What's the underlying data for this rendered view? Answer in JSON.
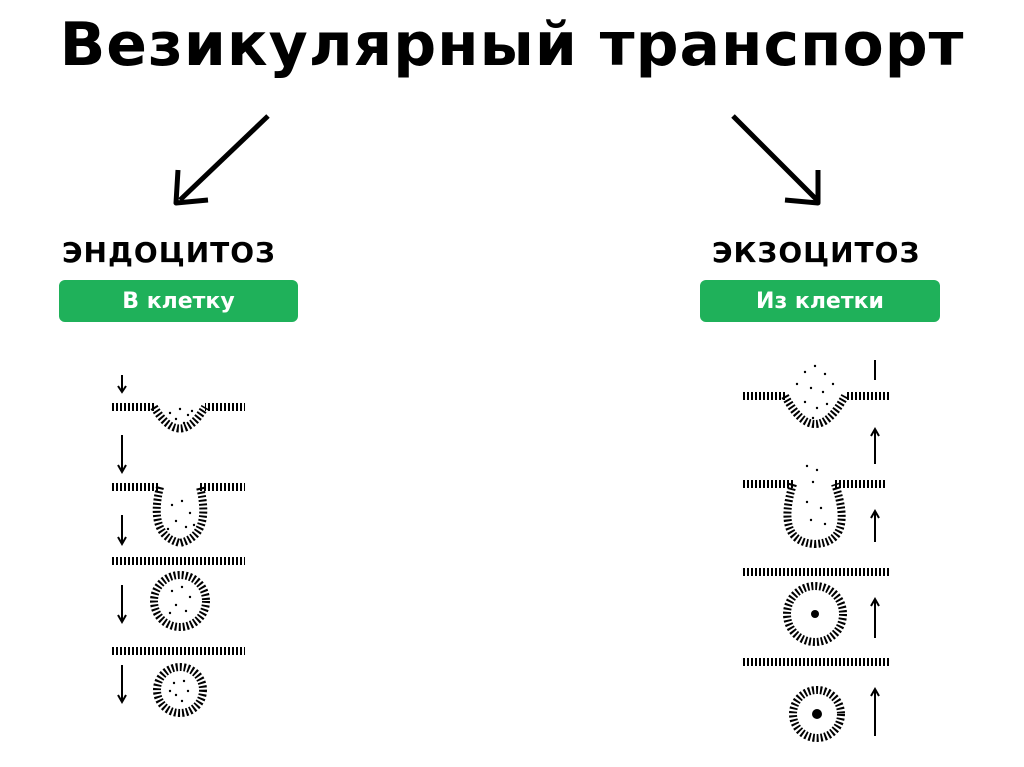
{
  "title": "Везикулярный транспорт",
  "branches": [
    {
      "heading": "ЭНДОЦИТОЗ",
      "label": "В клетку",
      "direction": "down",
      "stages": [
        "invagination",
        "deep pocket",
        "pinching off",
        "free vesicle inside"
      ]
    },
    {
      "heading": "ЭКЗОЦИТОЗ",
      "label": "Из клетки",
      "direction": "up",
      "stages": [
        "release",
        "fusing vesicle opening",
        "vesicle fusing with membrane",
        "vesicle inside"
      ]
    }
  ],
  "colors": {
    "label_bg": "#1fb15a",
    "label_text": "#ffffff",
    "text": "#000000"
  }
}
